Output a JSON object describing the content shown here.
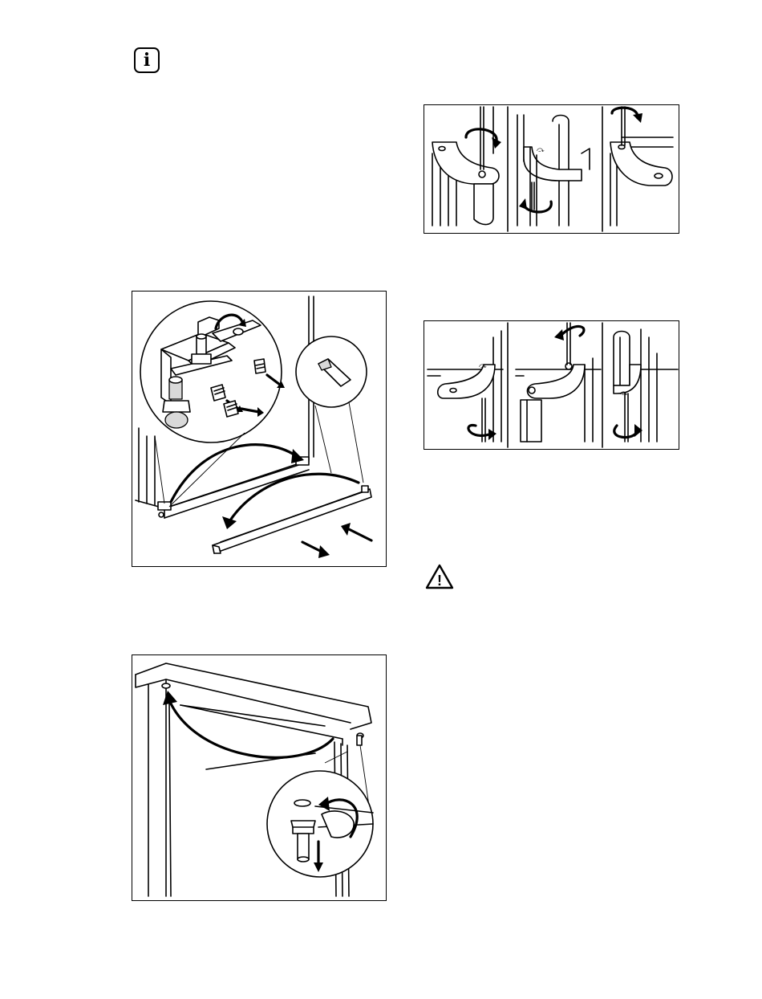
{
  "page": {
    "info_icon": {
      "icon": "info-icon",
      "glyph": "i"
    },
    "warning_icon": {
      "icon": "warning-triangle-icon",
      "glyph": "!"
    }
  },
  "figures": {
    "hinge_removal": {
      "icon": "bottom-hinge-removal-illustration"
    },
    "top_hinge": {
      "icon": "top-hinge-pin-illustration"
    },
    "cover_remove_sequence": {
      "icon": "hinge-cover-removal-sequence-illustration",
      "panels": 3
    },
    "cover_install_sequence": {
      "icon": "hinge-cover-install-sequence-illustration",
      "panels": 3
    }
  }
}
